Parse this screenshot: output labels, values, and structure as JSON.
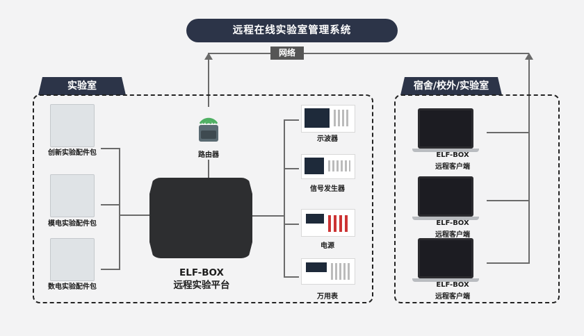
{
  "title": "远程在线实验室管理系统",
  "network_label": "网络",
  "lab_tab": "实验室",
  "remote_tab": "宿舍/校外/实验室",
  "kits": [
    "创新实验配件包",
    "模电实验配件包",
    "数电实验配件包"
  ],
  "router_label": "路由器",
  "platform": {
    "line1": "ELF-BOX",
    "line2": "远程实验平台"
  },
  "instruments": [
    "示波器",
    "信号发生器",
    "电源",
    "万用表"
  ],
  "clients": [
    {
      "line1": "ELF-BOX",
      "line2": "远程客户端"
    },
    {
      "line1": "ELF-BOX",
      "line2": "远程客户端"
    },
    {
      "line1": "ELF-BOX",
      "line2": "远程客户端"
    }
  ],
  "colors": {
    "header": "#2c3448",
    "line": "#6a6a6a",
    "device": "#2d2e30",
    "background": "#f3f3f4"
  }
}
